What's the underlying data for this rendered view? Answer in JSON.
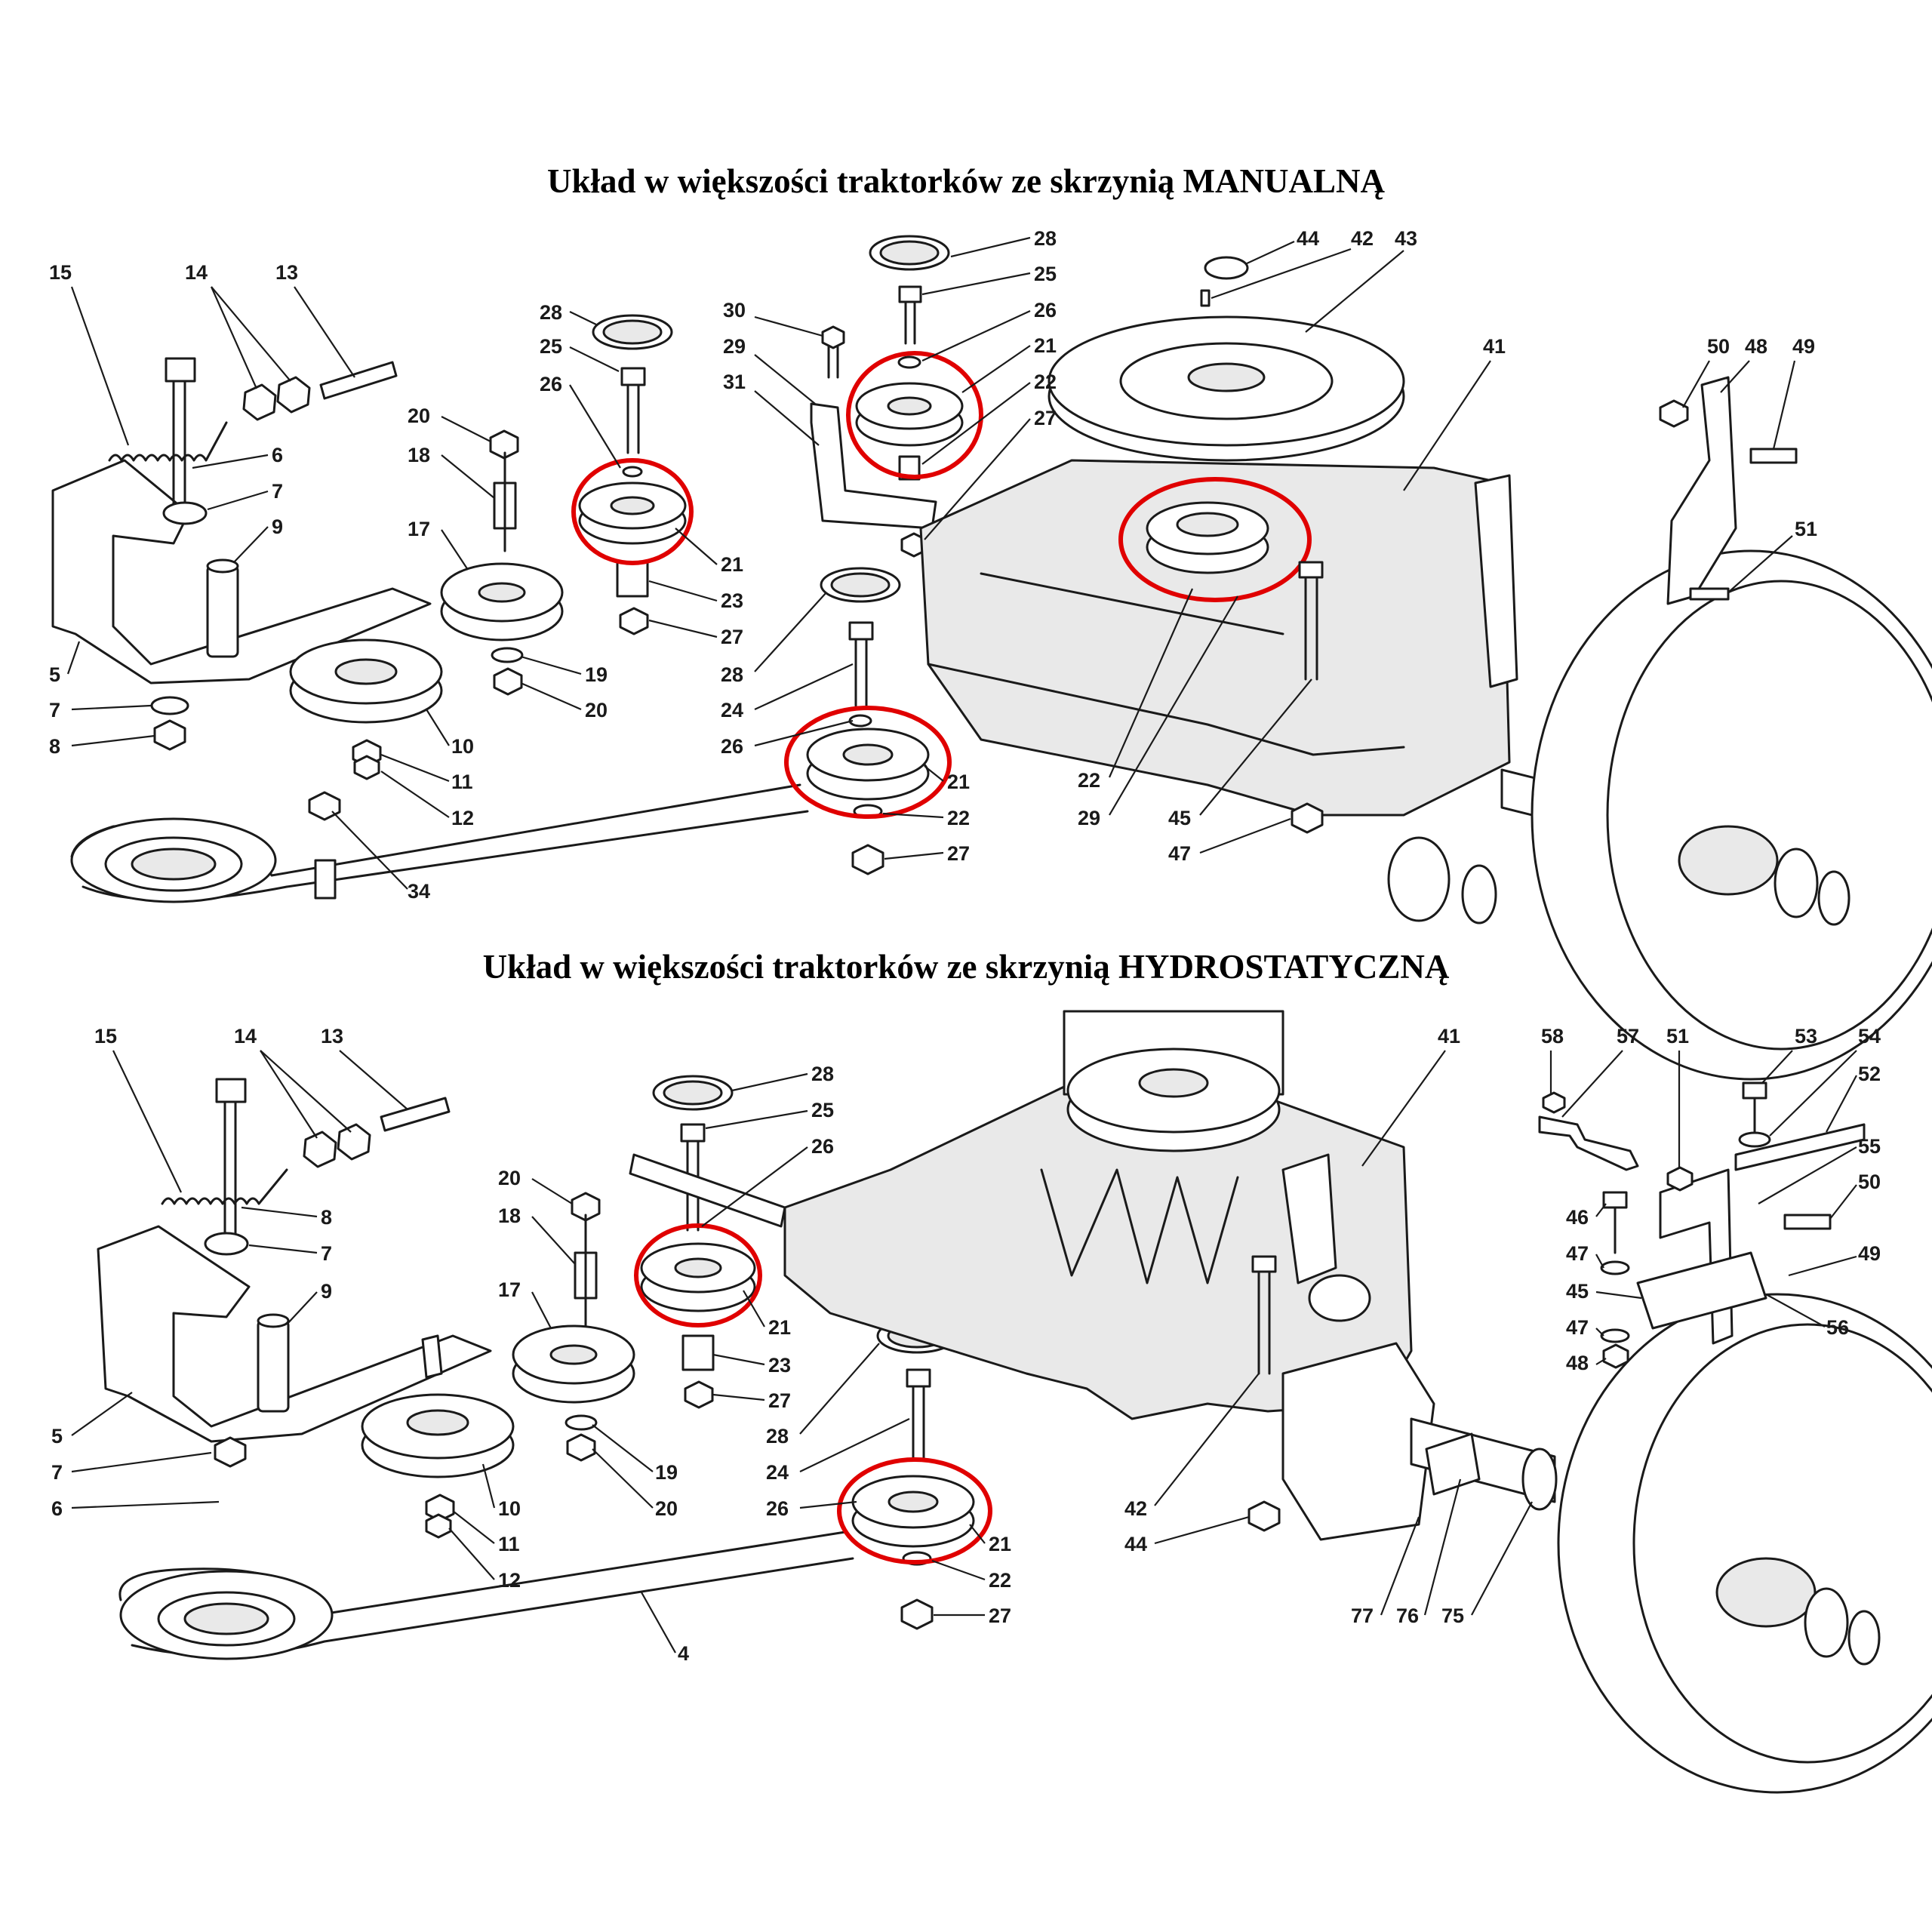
{
  "titles": {
    "manual": "Układ w większości traktorków ze skrzynią MANUALNĄ",
    "hydro": "Układ w większości traktorków ze skrzynią HYDROSTATYCZNĄ"
  },
  "highlight_color": "#e00000",
  "panels": {
    "manual": {
      "labels": [
        "15",
        "14",
        "13",
        "6",
        "7",
        "9",
        "5",
        "7",
        "8",
        "20",
        "18",
        "17",
        "10",
        "11",
        "12",
        "28",
        "25",
        "26",
        "21",
        "23",
        "27",
        "19",
        "20",
        "30",
        "29",
        "31",
        "28",
        "25",
        "26",
        "21",
        "22",
        "27",
        "28",
        "24",
        "26",
        "21",
        "22",
        "27",
        "44",
        "42",
        "43",
        "41",
        "22",
        "29",
        "45",
        "47",
        "50",
        "48",
        "49",
        "51",
        "34"
      ]
    },
    "hydro": {
      "labels": [
        "15",
        "14",
        "13",
        "8",
        "7",
        "9",
        "5",
        "7",
        "6",
        "20",
        "18",
        "17",
        "10",
        "11",
        "12",
        "28",
        "25",
        "26",
        "21",
        "23",
        "27",
        "19",
        "20",
        "28",
        "24",
        "26",
        "21",
        "22",
        "27",
        "4",
        "41",
        "42",
        "44",
        "77",
        "76",
        "75",
        "58",
        "57",
        "51",
        "53",
        "54",
        "52",
        "55",
        "50",
        "46",
        "47",
        "45",
        "47",
        "48",
        "49",
        "56"
      ]
    }
  }
}
